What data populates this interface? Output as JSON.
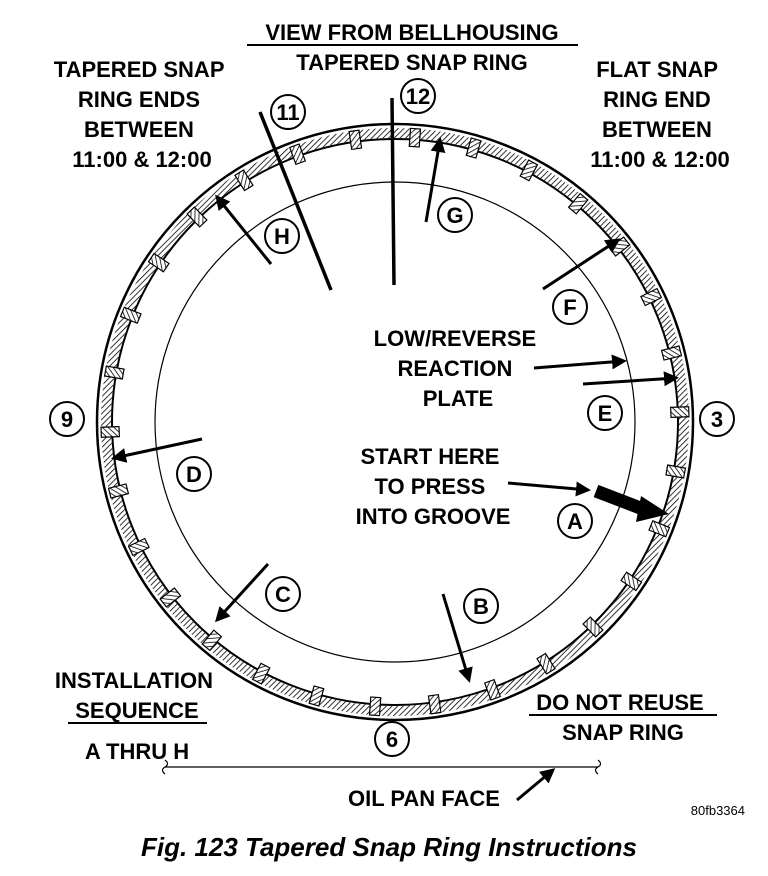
{
  "header": {
    "title": "VIEW FROM BELLHOUSING",
    "subtitle": "TAPERED SNAP RING"
  },
  "notes": {
    "tapered_ends": [
      "TAPERED SNAP",
      "RING ENDS",
      "BETWEEN",
      "11:00 & 12:00"
    ],
    "flat_end": [
      "FLAT SNAP",
      "RING END",
      "BETWEEN",
      "11:00 & 12:00"
    ],
    "reaction_plate": [
      "LOW/REVERSE",
      "REACTION",
      "PLATE"
    ],
    "start_here": [
      "START HERE",
      "TO PRESS",
      "INTO GROOVE"
    ],
    "installation": [
      "INSTALLATION",
      "SEQUENCE",
      "A THRU H"
    ],
    "do_not_reuse": [
      "DO NOT REUSE",
      "SNAP RING"
    ],
    "oil_pan": "OIL PAN FACE"
  },
  "clock": {
    "twelve": "12",
    "eleven": "11",
    "three": "3",
    "six": "6",
    "nine": "9"
  },
  "sequence": {
    "a": "A",
    "b": "B",
    "c": "C",
    "d": "D",
    "e": "E",
    "f": "F",
    "g": "G",
    "h": "H"
  },
  "figure_code": "80fb3364",
  "caption": "Fig. 123 Tapered Snap Ring Instructions"
}
